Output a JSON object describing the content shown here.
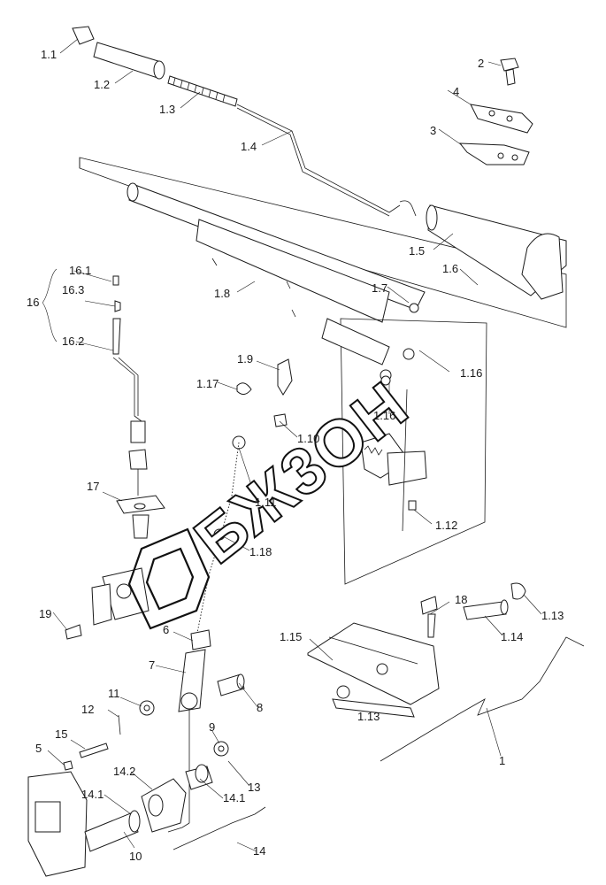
{
  "labels": [
    {
      "id": "1.1",
      "text": "1.1"
    },
    {
      "id": "1.2",
      "text": "1.2"
    },
    {
      "id": "1.3",
      "text": "1.3"
    },
    {
      "id": "1.4",
      "text": "1.4"
    },
    {
      "id": "1.5",
      "text": "1.5"
    },
    {
      "id": "1.6",
      "text": "1.6"
    },
    {
      "id": "1.7",
      "text": "1.7"
    },
    {
      "id": "1.8",
      "text": "1.8"
    },
    {
      "id": "1.9",
      "text": "1.9"
    },
    {
      "id": "1.10",
      "text": "1.10"
    },
    {
      "id": "1.11",
      "text": "1.11"
    },
    {
      "id": "1.12",
      "text": "1.12"
    },
    {
      "id": "1.13a",
      "text": "1.13"
    },
    {
      "id": "1.13b",
      "text": "1.13"
    },
    {
      "id": "1.14",
      "text": "1.14"
    },
    {
      "id": "1.15",
      "text": "1.15"
    },
    {
      "id": "1.16a",
      "text": "1.16"
    },
    {
      "id": "1.16b",
      "text": "1.16"
    },
    {
      "id": "1.17",
      "text": "1.17"
    },
    {
      "id": "1.18",
      "text": "1.18"
    },
    {
      "id": "1",
      "text": "1"
    },
    {
      "id": "2",
      "text": "2"
    },
    {
      "id": "3",
      "text": "3"
    },
    {
      "id": "4",
      "text": "4"
    },
    {
      "id": "5",
      "text": "5"
    },
    {
      "id": "6",
      "text": "6"
    },
    {
      "id": "7",
      "text": "7"
    },
    {
      "id": "8",
      "text": "8"
    },
    {
      "id": "9",
      "text": "9"
    },
    {
      "id": "10",
      "text": "10"
    },
    {
      "id": "11",
      "text": "11"
    },
    {
      "id": "12",
      "text": "12"
    },
    {
      "id": "13",
      "text": "13"
    },
    {
      "id": "14",
      "text": "14"
    },
    {
      "id": "14.1a",
      "text": "14.1"
    },
    {
      "id": "14.1b",
      "text": "14.1"
    },
    {
      "id": "14.2",
      "text": "14.2"
    },
    {
      "id": "15",
      "text": "15"
    },
    {
      "id": "16",
      "text": "16"
    },
    {
      "id": "16.1",
      "text": "16.1"
    },
    {
      "id": "16.2",
      "text": "16.2"
    },
    {
      "id": "16.3",
      "text": "16.3"
    },
    {
      "id": "17",
      "text": "17"
    },
    {
      "id": "18",
      "text": "18"
    },
    {
      "id": "19",
      "text": "19"
    }
  ],
  "watermark": {
    "text": "БЖ3ОН",
    "color": "#111111"
  }
}
